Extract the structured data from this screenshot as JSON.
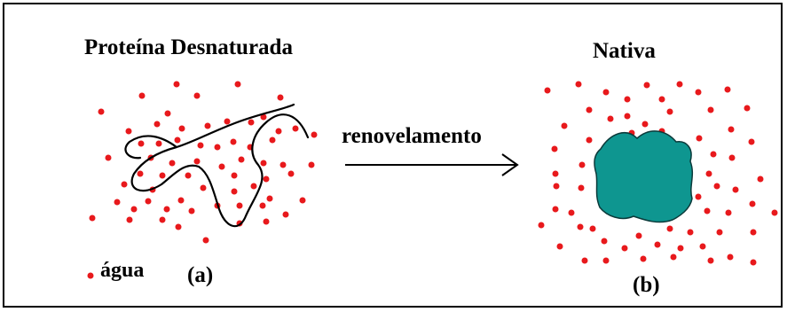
{
  "diagram": {
    "title_left": "Proteína Desnaturada",
    "title_right": "Nativa",
    "arrow_label": "renovelamento",
    "legend_label": "água",
    "label_a": "(a)",
    "label_b": "(b)"
  },
  "colors": {
    "water_dot": "#e8191c",
    "protein_fill": "#0e9690",
    "protein_stroke": "#0b3a3a",
    "line": "#000000",
    "background": "#ffffff"
  },
  "icons": {
    "water_molecule": "red-dot-icon",
    "transition": "right-arrow-icon",
    "native_protein": "folded-blob-icon",
    "denatured_protein": "unfolded-chain-icon"
  }
}
